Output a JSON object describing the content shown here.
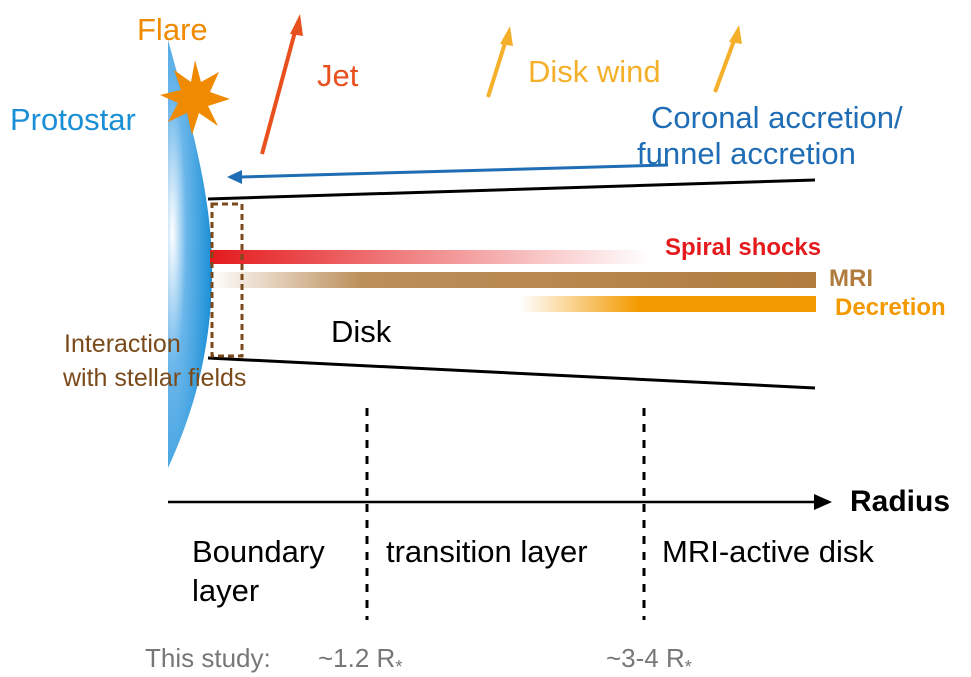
{
  "labels": {
    "flare": "Flare",
    "protostar": "Protostar",
    "jet": "Jet",
    "disk_wind": "Disk wind",
    "coronal_line1": "Coronal accretion/",
    "coronal_line2": "funnel accretion",
    "spiral_shocks": "Spiral shocks",
    "mri": "MRI",
    "decretion": "Decretion",
    "disk": "Disk",
    "interaction_line1": "Interaction",
    "interaction_line2": "with stellar fields",
    "radius": "Radius",
    "boundary_line1": "Boundary",
    "boundary_line2": "layer",
    "transition": "transition layer",
    "mri_active": "MRI-active disk",
    "this_study": "This study:",
    "r1": "~1.2 R",
    "r2": "~3-4 R",
    "r_sub": "*"
  },
  "colors": {
    "protostar": "#1a8fd6",
    "flare": "#f08a00",
    "jet": "#e8501e",
    "disk_wind": "#f4b02a",
    "coronal": "#1f6db5",
    "spiral": "#e41a1c",
    "mri": "#b07c3e",
    "decretion": "#f39a00",
    "interaction": "#7a4a1a",
    "text_grey": "#777777",
    "black": "#000000"
  }
}
